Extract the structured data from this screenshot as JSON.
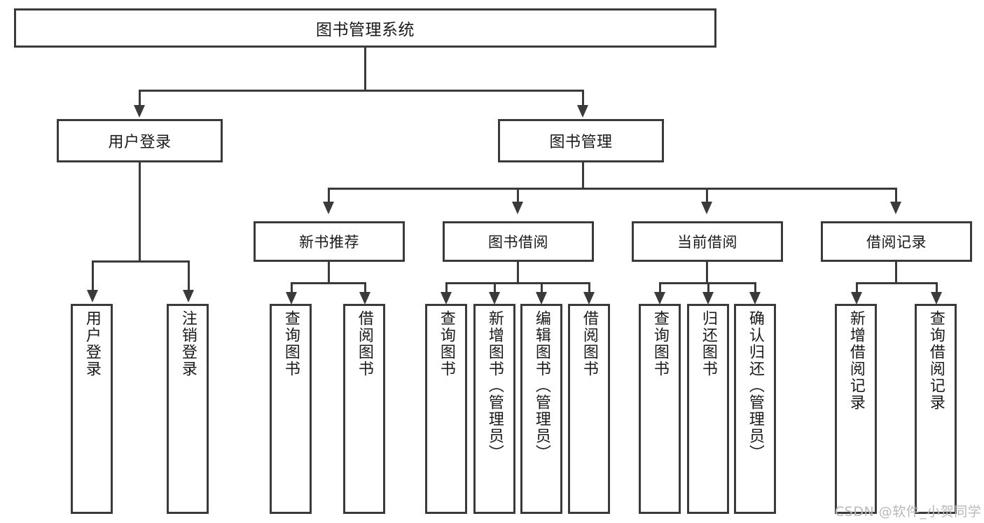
{
  "diagram": {
    "title": "图书管理系统",
    "type": "functional-structure-tree",
    "watermark": "CSDN @软件_小贺同学",
    "colors": {
      "stroke": "#3a3a3a",
      "fill": "#ffffff",
      "text": "#1a1a1a",
      "watermark": "#b9b9b9"
    }
  },
  "root": {
    "label": "图书管理系统"
  },
  "level2": [
    {
      "label": "用户登录"
    },
    {
      "label": "图书管理"
    }
  ],
  "level3": [
    {
      "label": "新书推荐"
    },
    {
      "label": "图书借阅"
    },
    {
      "label": "当前借阅"
    },
    {
      "label": "借阅记录"
    }
  ],
  "leaves": {
    "user_login": [
      {
        "label": "用户登录"
      },
      {
        "label": "注销登录"
      }
    ],
    "new_book_recommend": [
      {
        "label": "查询图书"
      },
      {
        "label": "借阅图书"
      }
    ],
    "book_borrow": [
      {
        "label": "查询图书"
      },
      {
        "label": "新增图书（管理员）"
      },
      {
        "label": "编辑图书（管理员）"
      },
      {
        "label": "借阅图书"
      }
    ],
    "current_borrow": [
      {
        "label": "查询图书"
      },
      {
        "label": "归还图书"
      },
      {
        "label": "确认归还（管理员）"
      }
    ],
    "borrow_record": [
      {
        "label": "新增借阅记录"
      },
      {
        "label": "查询借阅记录"
      }
    ]
  }
}
